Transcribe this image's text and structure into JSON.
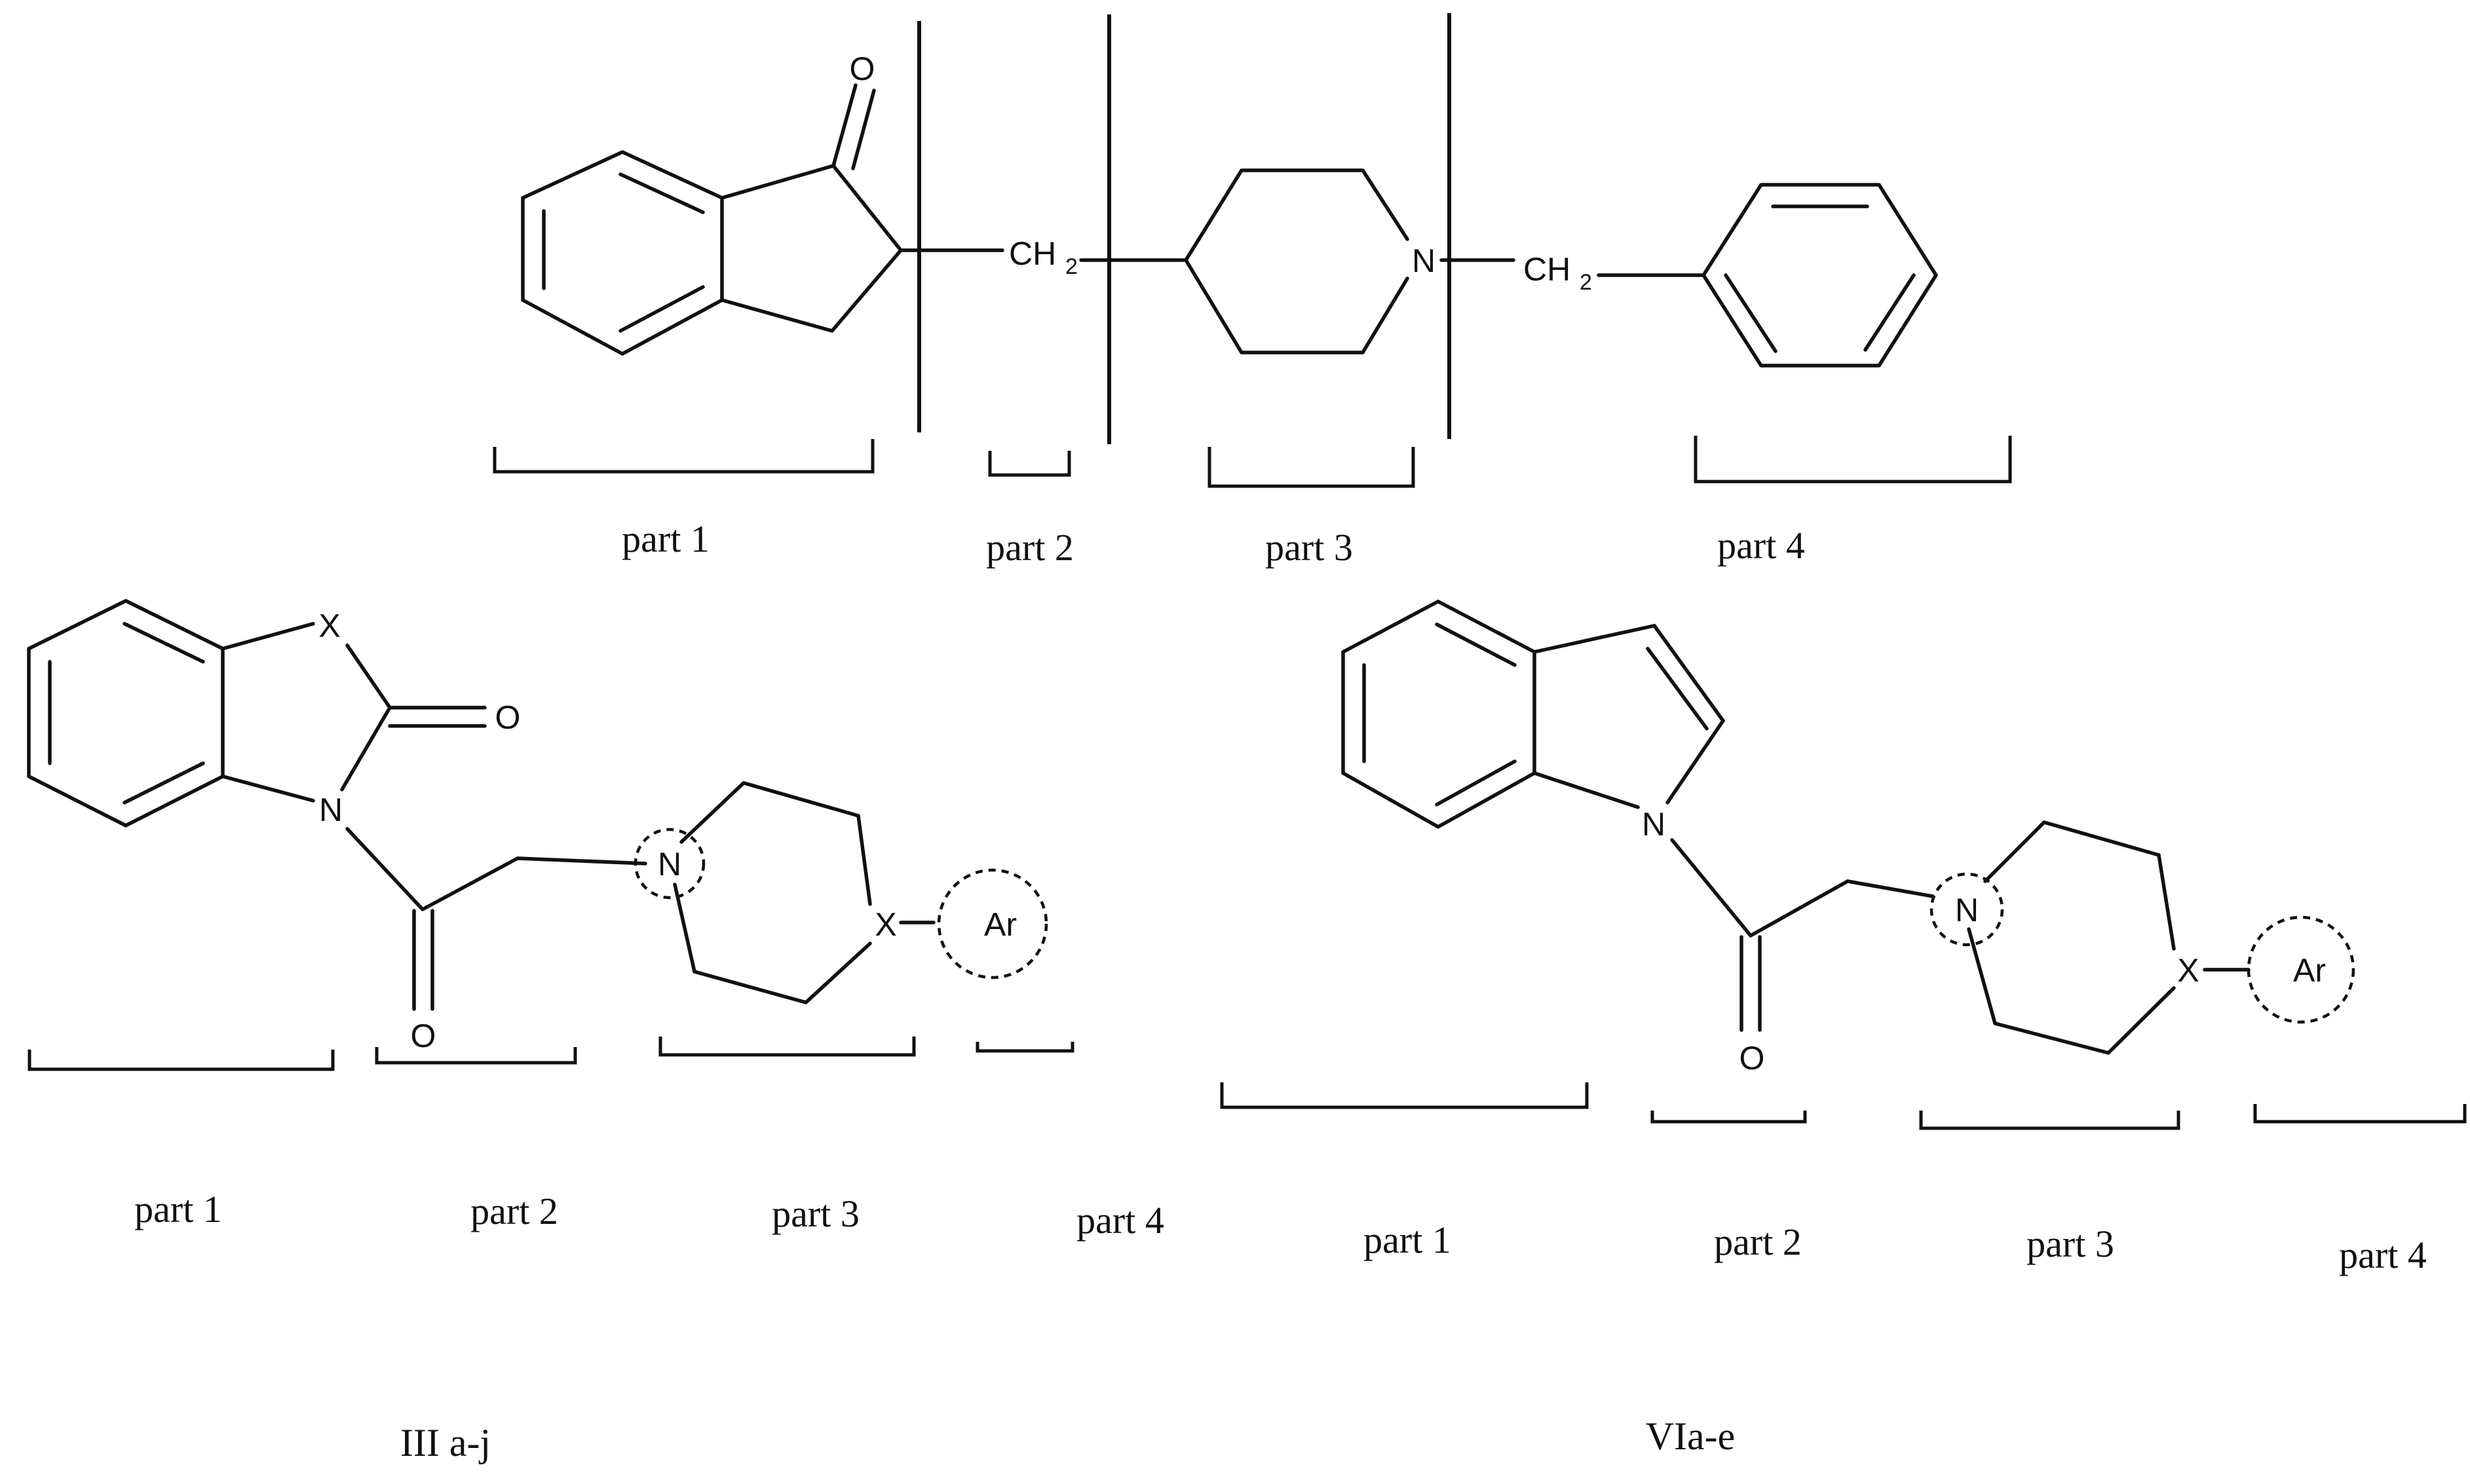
{
  "compounds": {
    "top": {
      "atoms": {
        "carbonyl_o": "O",
        "ch2_1": "CH",
        "ch2_2": "CH",
        "sub": "2",
        "n": "N"
      },
      "parts": [
        "part 1",
        "part 2",
        "part 3",
        "part 4"
      ]
    },
    "left": {
      "atoms": {
        "x1": "X",
        "o1": "O",
        "n1": "N",
        "o2": "O",
        "n2": "N",
        "x2": "X",
        "ar": "Ar"
      },
      "parts": [
        "part 1",
        "part 2",
        "part 3",
        "part 4"
      ],
      "caption": "III a-j"
    },
    "right": {
      "atoms": {
        "n1": "N",
        "o": "O",
        "n2": "N",
        "x": "X",
        "ar": "Ar"
      },
      "parts": [
        "part 1",
        "part 2",
        "part 3",
        "part 4"
      ],
      "caption": "VIa-e"
    }
  }
}
